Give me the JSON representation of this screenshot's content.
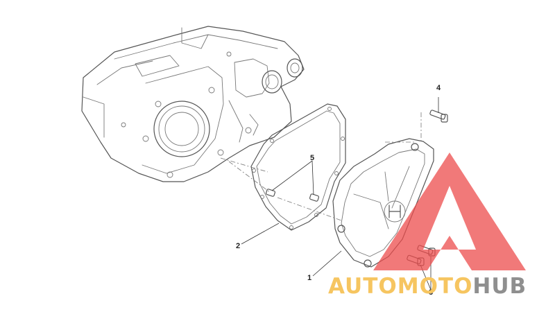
{
  "callouts": {
    "p1": "1",
    "p2": "2",
    "p3": "3",
    "p4": "4",
    "p5": "5"
  },
  "watermark": {
    "part_a": "AUTO",
    "part_b": "MOTO",
    "part_c": "HUB",
    "color_a": "#f6c560",
    "color_b": "#f6c560",
    "color_c": "#8f8f8f",
    "triangle_color": "#ec4c4c"
  }
}
